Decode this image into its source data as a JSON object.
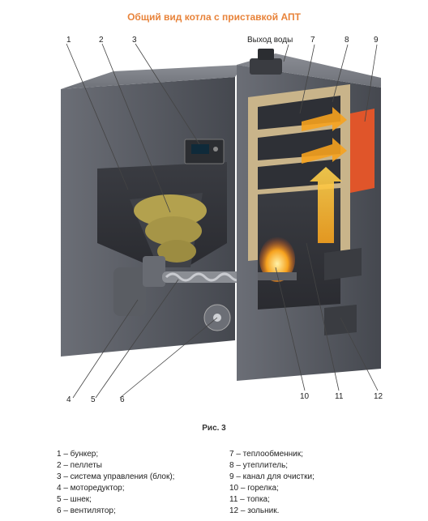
{
  "title": "Общий вид котла с приставкой АПТ",
  "water_outlet_label": "Выход воды",
  "callouts": [
    "1",
    "2",
    "3",
    "4",
    "5",
    "6",
    "7",
    "8",
    "9",
    "10",
    "11",
    "12"
  ],
  "caption": "Рис. 3",
  "legend": {
    "left": [
      "1 – бункер;",
      "2 – пеллеты",
      "3 – система управления (блок);",
      "4 – моторедуктор;",
      "5 – шнек;",
      "6 – вентилятор;"
    ],
    "right": [
      "7 – теплообменник;",
      "8 – утеплитель;",
      "9 – канал для очистки;",
      "10 – горелка;",
      "11 – топка;",
      "12 – зольник."
    ]
  },
  "colors": {
    "title": "#e8833a",
    "body": "#4a4d54",
    "fire": "#f6a21e",
    "cleaning_channel": "#e0552a",
    "insulation": "#c9b48a",
    "pellets": "#b3a14e"
  }
}
